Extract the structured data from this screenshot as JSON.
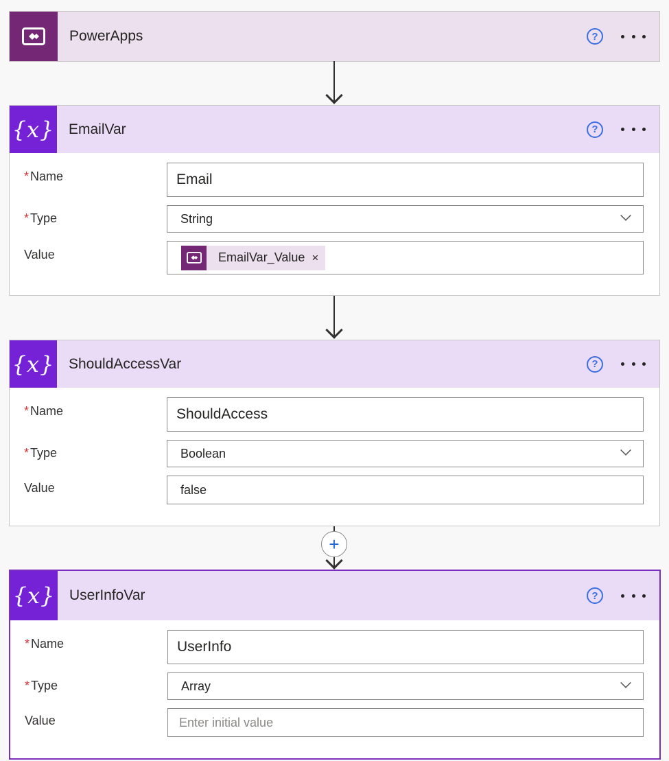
{
  "trigger": {
    "title": "PowerApps",
    "help_glyph": "?",
    "icon": "powerapps-icon"
  },
  "steps": [
    {
      "title": "EmailVar",
      "icon": "variable-icon",
      "icon_glyph": "{x}",
      "help_glyph": "?",
      "fields": {
        "name_label": "Name",
        "name_value": "Email",
        "type_label": "Type",
        "type_value": "String",
        "value_label": "Value",
        "value_token": "EmailVar_Value",
        "token_close": "×"
      }
    },
    {
      "title": "ShouldAccessVar",
      "icon": "variable-icon",
      "icon_glyph": "{x}",
      "help_glyph": "?",
      "fields": {
        "name_label": "Name",
        "name_value": "ShouldAccess",
        "type_label": "Type",
        "type_value": "Boolean",
        "value_label": "Value",
        "value_text": "false"
      }
    },
    {
      "title": "UserInfoVar",
      "icon": "variable-icon",
      "icon_glyph": "{x}",
      "help_glyph": "?",
      "selected": true,
      "fields": {
        "name_label": "Name",
        "name_value": "UserInfo",
        "type_label": "Type",
        "type_value": "Array",
        "value_label": "Value",
        "value_placeholder": "Enter initial value"
      }
    }
  ],
  "required_marker": "*",
  "insert_step_glyph": "+",
  "colors": {
    "variable_accent": "#7522d7",
    "powerapps_accent": "#742774",
    "selected_border": "#7b2fbe",
    "help_blue": "#3a6fe0",
    "required_red": "#d13438"
  }
}
